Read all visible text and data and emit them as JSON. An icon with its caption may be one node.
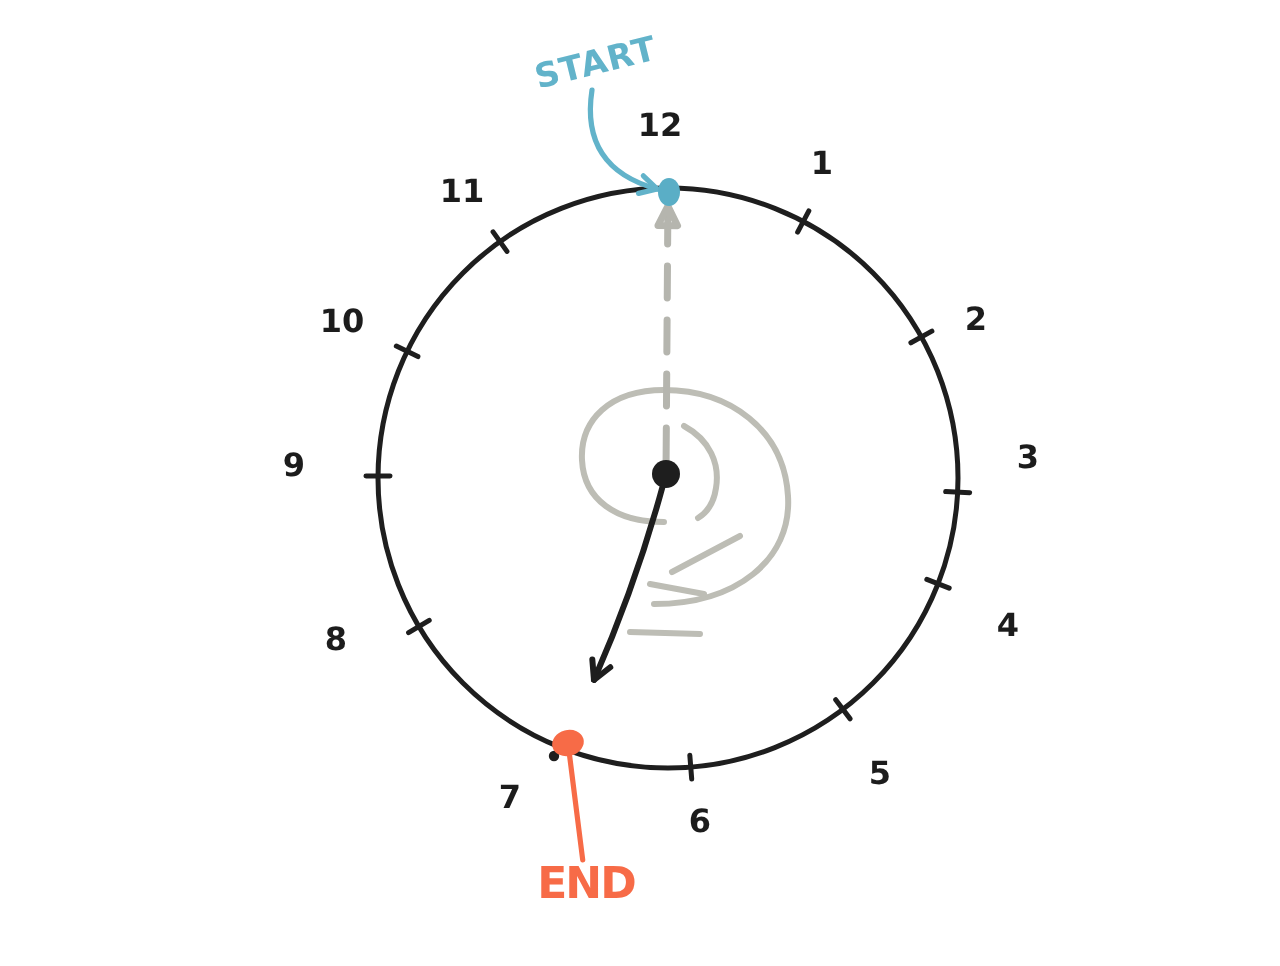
{
  "diagram": {
    "nodes": [
      {
        "text": [
          "START"
        ]
      },
      {
        "text": [],
        "shape": "circle"
      },
      {
        "text": [],
        "shape": "circle"
      },
      {
        "text": [],
        "shape": "circle"
      },
      {
        "text": [
          "END"
        ]
      }
    ],
    "edges": [
      {
        "from": 0,
        "to": 1,
        "arrow": "to",
        "color": "#62b3ca"
      },
      {
        "from": 2,
        "to": 1,
        "arrow": "to",
        "style": "dashed",
        "color": "#b5b5ae"
      },
      {
        "from": 2,
        "to": null,
        "arrow": "to",
        "color": "#1e1e1e"
      },
      {
        "from": 4,
        "to": 3,
        "arrow": "none",
        "color": "#f76b47"
      }
    ],
    "labels": [
      "12",
      "1",
      "2",
      "3",
      "4",
      "5",
      "6",
      "7",
      "8",
      "9",
      "10",
      "11"
    ]
  }
}
